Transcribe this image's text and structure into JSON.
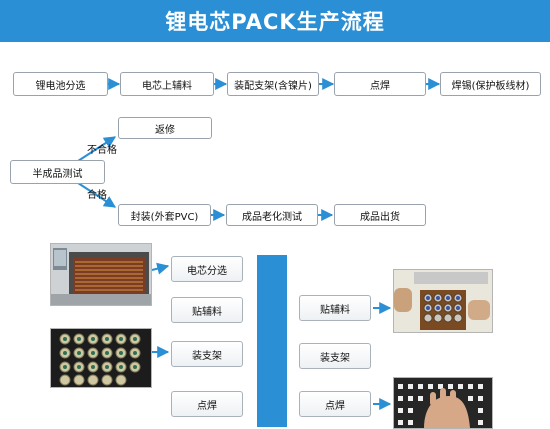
{
  "title": "锂电芯PACK生产流程",
  "flow_top": [
    "锂电池分选",
    "电芯上辅料",
    "装配支架(含镍片)",
    "点焊",
    "焊锡(保护板线材)"
  ],
  "semi_test": "半成品测试",
  "fail_label": "不合格",
  "rework": "返修",
  "pass_label": "合格",
  "flow_bottom": [
    "封装(外套PVC)",
    "成品老化测试",
    "成品出货"
  ],
  "left_steps": [
    "电芯分选",
    "贴辅料",
    "装支架",
    "点焊"
  ],
  "right_steps": [
    "贴辅料",
    "装支架",
    "点焊"
  ],
  "colors": {
    "accent": "#2a8fd4",
    "arrow": "#2a8fd4",
    "text": "#111111"
  }
}
